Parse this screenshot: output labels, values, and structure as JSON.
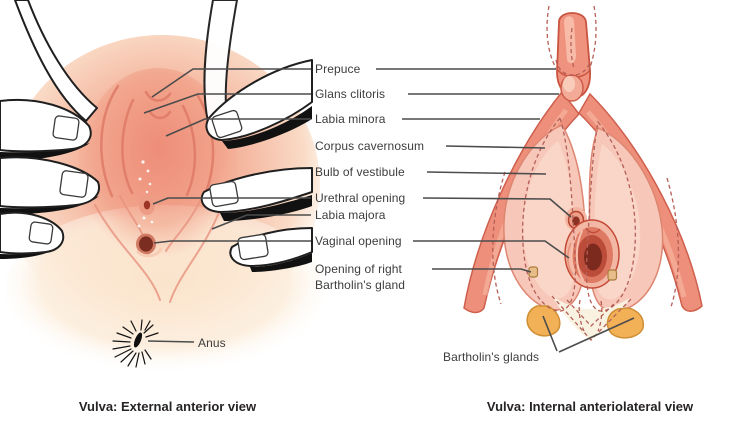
{
  "figure": {
    "type": "anatomical-diagram",
    "labels": {
      "prepuce": "Prepuce",
      "glans_clitoris": "Glans clitoris",
      "labia_minora": "Labia minora",
      "corpus_cavernosum": "Corpus cavernosum",
      "bulb_of_vestibule": "Bulb of vestibule",
      "urethral_opening": "Urethral opening",
      "labia_majora": "Labia majora",
      "vaginal_opening": "Vaginal opening",
      "opening_right_bartholins_line1": "Opening of right",
      "opening_right_bartholins_line2": "Bartholin's gland",
      "anus": "Anus",
      "bartholins_glands": "Bartholin's glands"
    },
    "captions": {
      "external": "Vulva: External anterior view",
      "internal": "Vulva: Internal anteriolateral view"
    },
    "colors": {
      "label_text": "#3d3d3d",
      "caption_text": "#272324",
      "leader_line": "#4c4c4c",
      "coral_tissue": "#ee8f7b",
      "coral_outline": "#c9543f",
      "bulb_pink": "#f7c8b9",
      "bulb_outline": "#dd8672",
      "gland_orange": "#f3b157",
      "gland_outline": "#cf8f35",
      "dashed_outline": "#b55f58",
      "canal_dark": "#7c2a1e",
      "skin_peach": "#fbe6d3",
      "skin_pink": "#f2a08e",
      "ink": "#1f1f1f"
    }
  }
}
